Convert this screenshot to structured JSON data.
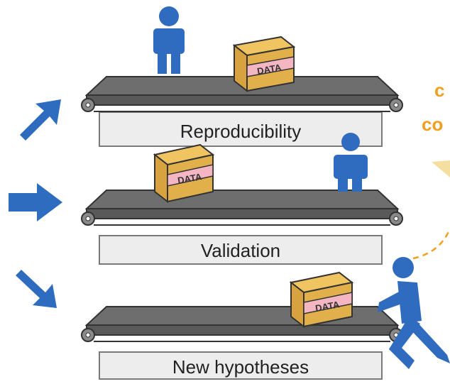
{
  "belts": [
    {
      "label": "Reproducibility"
    },
    {
      "label": "Validation"
    },
    {
      "label": "New hypotheses"
    }
  ],
  "box_label": "DATA",
  "partial_text": [
    "c",
    "co"
  ],
  "colors": {
    "belt_dark": "#595959",
    "belt_mid": "#6e6e6e",
    "belt_light": "#8a8a8a",
    "platform": "#ededed",
    "platform_stroke": "#7a7a7a",
    "box": "#e2b04a",
    "box_dark": "#c8922e",
    "label_band": "#f4b6c2",
    "person": "#2f6bbf",
    "arrow": "#2e6cc0",
    "accent": "#f0a020"
  },
  "icons": [
    "person-icon",
    "arrow-up-right-icon",
    "arrow-right-icon",
    "arrow-down-right-icon",
    "data-box-icon"
  ]
}
